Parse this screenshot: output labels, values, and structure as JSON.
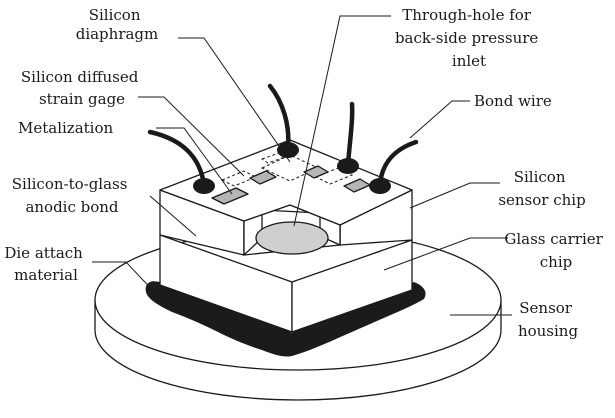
{
  "labels": {
    "silicon_diaphragm": [
      "Silicon",
      "diaphragm"
    ],
    "through_hole": [
      "Through-hole for",
      "back-side pressure",
      "inlet"
    ],
    "silicon_diffused_strain_gage": [
      "Silicon diffused",
      "strain gage"
    ],
    "bond_wire": [
      "Bond wire"
    ],
    "metalization": [
      "Metalization"
    ],
    "silicon_sensor_chip": [
      "Silicon",
      "sensor chip"
    ],
    "silicon_to_glass_anodic_bond": [
      "Silicon-to-glass",
      "anodic bond"
    ],
    "glass_carrier_chip": [
      "Glass carrier",
      "chip"
    ],
    "die_attach_material": [
      "Die attach",
      "material"
    ],
    "sensor_housing": [
      "Sensor",
      "housing"
    ]
  }
}
